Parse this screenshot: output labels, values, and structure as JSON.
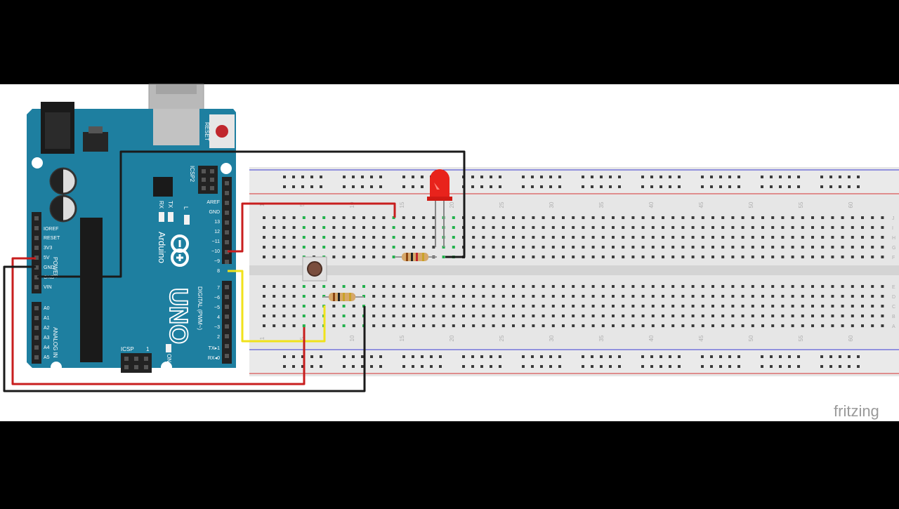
{
  "watermark": "fritzing",
  "arduino": {
    "brand": "Arduino",
    "model": "UNO",
    "reset": "RESET",
    "icsp2": "ICSP2",
    "icsp": "ICSP",
    "icsp_pin1": "1",
    "on": "ON",
    "led_l": "L",
    "led_tx": "TX",
    "led_rx": "RX",
    "digital": "DIGITAL (PWM~)",
    "power": "POWER",
    "analog": "ANALOG IN",
    "power_pins": [
      "IOREF",
      "RESET",
      "3V3",
      "5V",
      "GND",
      "GND",
      "VIN"
    ],
    "analog_pins": [
      "A0",
      "A1",
      "A2",
      "A3",
      "A4",
      "A5"
    ],
    "top_header": [
      "AREF",
      "GND",
      "13",
      "12",
      "~11",
      "~10",
      "~9",
      "8"
    ],
    "bottom_header": [
      "7",
      "~6",
      "~5",
      "4",
      "~3",
      "2",
      "TX▸1",
      "RX◂0"
    ]
  },
  "breadboard": {
    "column_numbers": [
      "1",
      "5",
      "10",
      "15",
      "20",
      "25",
      "30",
      "35",
      "40",
      "45",
      "50",
      "55",
      "60"
    ],
    "rows_top": [
      "J",
      "I",
      "H",
      "G",
      "F"
    ],
    "rows_bottom": [
      "E",
      "D",
      "C",
      "B",
      "A"
    ]
  },
  "colors": {
    "board": "#1e7fa0",
    "breadboard": "#e6e6e6",
    "wire_red": "#c81e1e",
    "wire_black": "#1a1a1a",
    "wire_yellow": "#f0e21b",
    "led": "#e8231c",
    "rail_red": "#d43030",
    "rail_blue": "#3a3ad0"
  }
}
